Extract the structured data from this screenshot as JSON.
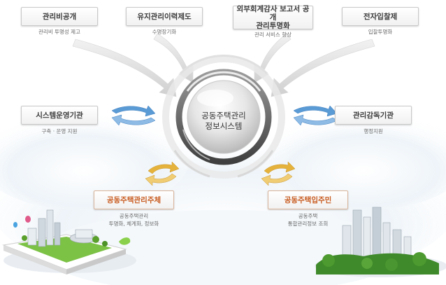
{
  "center": {
    "line1": "공동주택관리",
    "line2": "정보시스템"
  },
  "top_boxes": [
    {
      "title": "관리비공개",
      "sub": "관리비 투명성 제고"
    },
    {
      "title": "유지관리이력제도",
      "sub": "수명장기화"
    },
    {
      "title_line1": "외부회계감사 보고서 공개",
      "title_line2": "관리투명화",
      "sub": "관리 서비스 향상"
    },
    {
      "title": "전자입찰제",
      "sub": "입찰투명화"
    }
  ],
  "side_boxes": [
    {
      "title": "시스템운영기관",
      "sub": "구축 · 운영 지원"
    },
    {
      "title": "관리감독기관",
      "sub": "행정지원"
    }
  ],
  "bottom_boxes": [
    {
      "title": "공동주택관리주체",
      "sub_line1": "공동주택관리",
      "sub_line2": "투명화, 체계화, 정보화"
    },
    {
      "title": "공동주택입주민",
      "sub_line1": "공동주택",
      "sub_line2": "통합관리정보 조회"
    }
  ],
  "colors": {
    "blue_arrow": "#5b9bd5",
    "gold_arrow": "#e5b23b",
    "orange_text": "#c85a1e"
  }
}
